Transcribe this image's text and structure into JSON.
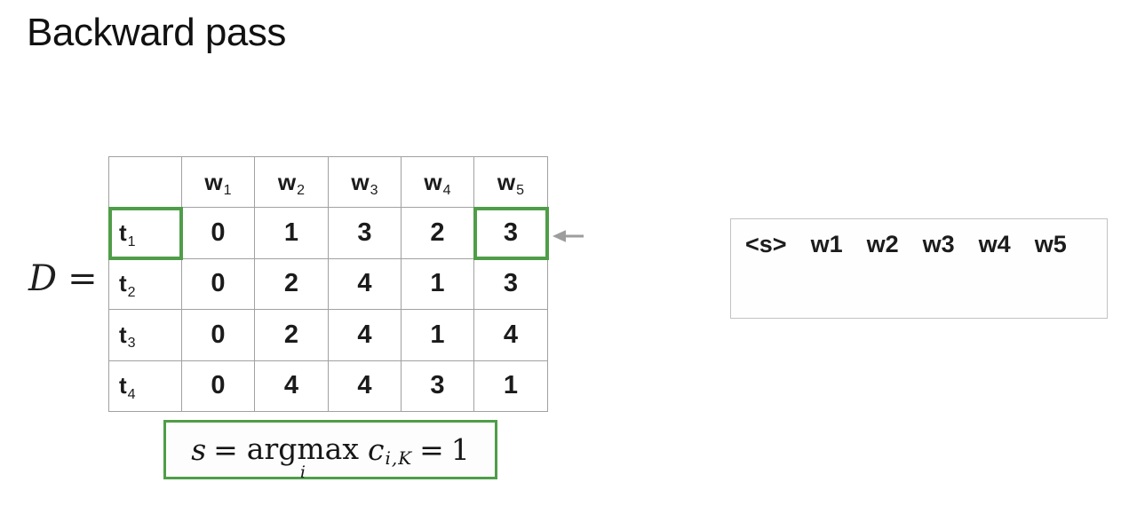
{
  "slide": {
    "title": "Backward pass"
  },
  "matrix": {
    "label_base": "D",
    "label_eq": "=",
    "col_headers": [
      {
        "base": "w",
        "sub": "1"
      },
      {
        "base": "w",
        "sub": "2"
      },
      {
        "base": "w",
        "sub": "3"
      },
      {
        "base": "w",
        "sub": "4"
      },
      {
        "base": "w",
        "sub": "5"
      }
    ],
    "rows": [
      {
        "label": {
          "base": "t",
          "sub": "1"
        },
        "values": [
          "0",
          "1",
          "3",
          "2",
          "3"
        ]
      },
      {
        "label": {
          "base": "t",
          "sub": "2"
        },
        "values": [
          "0",
          "2",
          "4",
          "1",
          "3"
        ]
      },
      {
        "label": {
          "base": "t",
          "sub": "3"
        },
        "values": [
          "0",
          "2",
          "4",
          "1",
          "4"
        ]
      },
      {
        "label": {
          "base": "t",
          "sub": "4"
        },
        "values": [
          "0",
          "4",
          "4",
          "3",
          "1"
        ]
      }
    ],
    "highlights": [
      {
        "row": 0,
        "col": "label"
      },
      {
        "row": 0,
        "col": 4
      }
    ]
  },
  "formula": {
    "lhs": "s",
    "eq1": "=",
    "operator": "argmax",
    "operator_sub": "i",
    "operand": "c",
    "operand_sub": "i,K",
    "eq2": "=",
    "rhs": "1"
  },
  "sequence": {
    "tokens": [
      "<s>",
      "w1",
      "w2",
      "w3",
      "w4",
      "w5"
    ]
  },
  "colors": {
    "highlight_green": "#4f9d48",
    "grid_gray": "#a1a1a1",
    "arrow_gray": "#9d9d9d"
  }
}
